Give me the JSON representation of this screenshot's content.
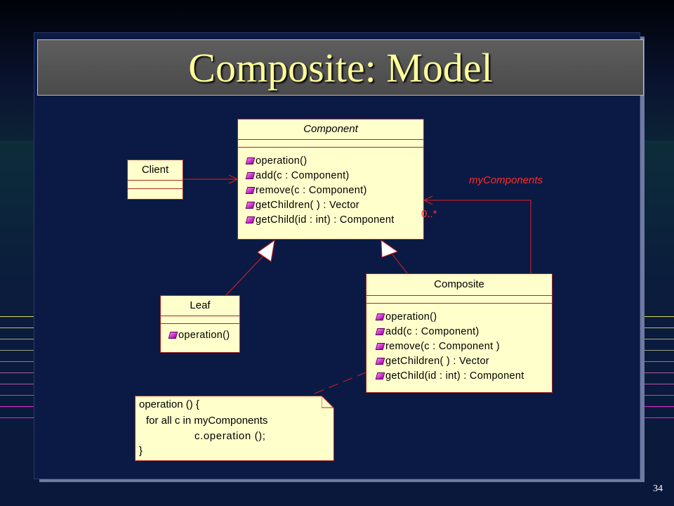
{
  "slide": {
    "title": "Composite: Model",
    "page_number": "34"
  },
  "component": {
    "name": "Component",
    "operations": [
      "operation()",
      "add(c : Component)",
      "remove(c : Component)",
      "getChildren( ) : Vector",
      "getChild(id : int) : Component"
    ]
  },
  "client": {
    "name": "Client"
  },
  "leaf": {
    "name": "Leaf",
    "operations": [
      "operation()"
    ]
  },
  "composite": {
    "name": "Composite",
    "operations": [
      "operation()",
      "add(c : Component)",
      "remove(c : Component )",
      "getChildren( ) : Vector",
      "getChild(id : int) : Component"
    ]
  },
  "association": {
    "role": "myComponents",
    "multiplicity": "0..*"
  },
  "note": {
    "lines": [
      "operation () {",
      "for all c in myComponents",
      "c.operation ();",
      "}"
    ]
  },
  "colors": {
    "connector": "#e02020",
    "class_fill": "#ffffcc",
    "title_text": "#ffff99"
  }
}
